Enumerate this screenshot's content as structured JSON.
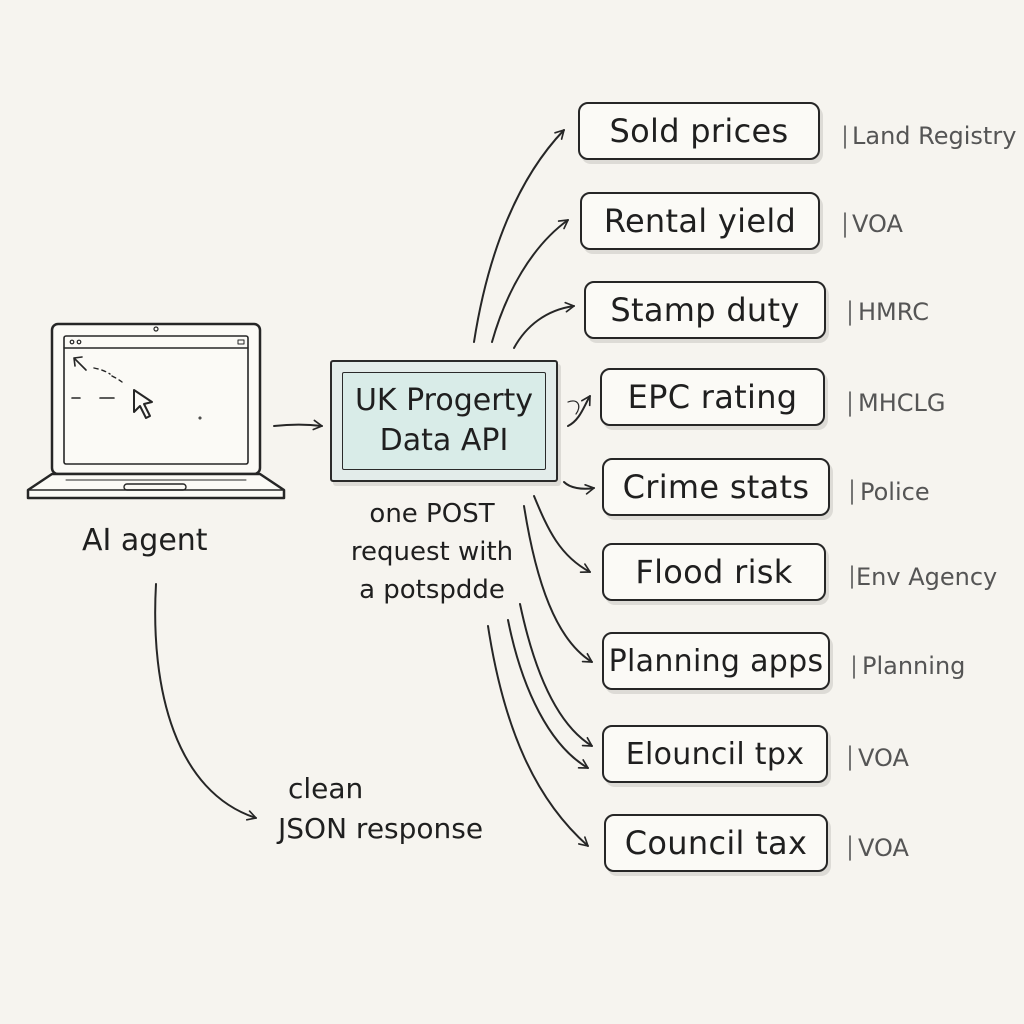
{
  "agent": {
    "label": "AI agent"
  },
  "api": {
    "line1": "UK Progerty",
    "line2": "Data API"
  },
  "request_note": {
    "line1": "one POST",
    "line2": "request with",
    "line3": "a potspdde"
  },
  "response_note": {
    "line1": "clean",
    "line2": "JSON response"
  },
  "sources": [
    {
      "label": "Sold prices",
      "provider": "Land Registry"
    },
    {
      "label": "Rental yield",
      "provider": "VOA"
    },
    {
      "label": "Stamp duty",
      "provider": "HMRC"
    },
    {
      "label": "EPC rating",
      "provider": "MHCLG"
    },
    {
      "label": "Crime stats",
      "provider": "Police"
    },
    {
      "label": "Flood risk",
      "provider": "Env Agency"
    },
    {
      "label": "Planning apps",
      "provider": "Planning"
    },
    {
      "label": "Elouncil tpx",
      "provider": "VOA"
    },
    {
      "label": "Council tax",
      "provider": "VOA"
    }
  ],
  "icons": [
    "laptop-icon",
    "cursor-icon"
  ],
  "colors": {
    "paper": "#f6f4ef",
    "ink": "#262626",
    "api_fill": "#d9ece8"
  }
}
